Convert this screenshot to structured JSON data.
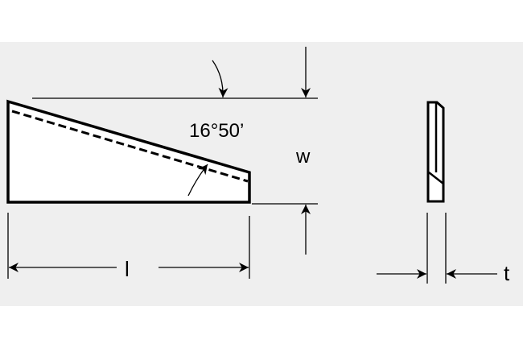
{
  "diagram": {
    "angle_label": "16°50’",
    "width_label": "w",
    "length_label": "l",
    "thickness_label": "t"
  },
  "colors": {
    "background": "#efefef",
    "ink": "#000000"
  }
}
